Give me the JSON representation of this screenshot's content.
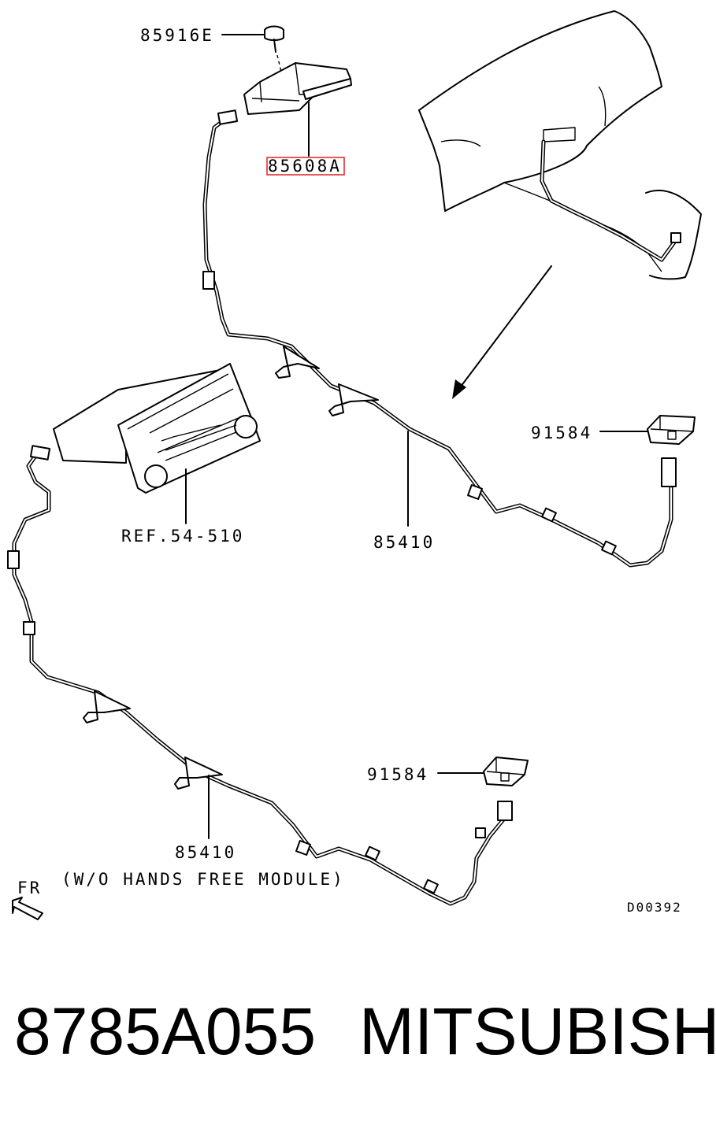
{
  "diagram": {
    "labels": {
      "screw": "85916E",
      "module": "85608A",
      "radio_ref": "REF.54-510",
      "harness_upper": "85410",
      "switch_upper": "91584",
      "switch_lower": "91584",
      "harness_lower": "85410",
      "harness_lower_note": "(W/O HANDS FREE MODULE)",
      "front": "FR",
      "drawing_code": "D00392"
    },
    "highlight_color": "#e03030"
  },
  "footer": {
    "part_number": "8785A055",
    "brand": "MITSUBISHI"
  }
}
